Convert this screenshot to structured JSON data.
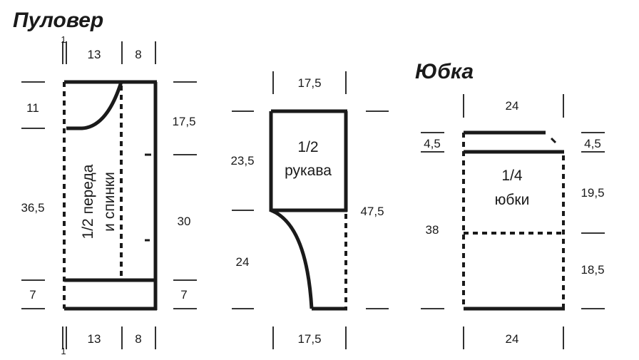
{
  "pullover": {
    "title": "Пуловер",
    "label_line1": "1/2 переда",
    "label_line2": "и спинки",
    "top": {
      "edge": "1",
      "neck": "13",
      "shoulder": "8"
    },
    "bottom": {
      "edge": "1",
      "neck": "13",
      "shoulder": "8"
    },
    "left": {
      "neck_depth": "11",
      "body": "36,5",
      "rib": "7"
    },
    "right": {
      "armhole": "17,5",
      "side": "30",
      "rib": "7"
    }
  },
  "sleeve": {
    "label_line1": "1/2",
    "label_line2": "рукава",
    "top_width": "17,5",
    "bottom_width": "17,5",
    "left": {
      "upper": "23,5",
      "lower": "24"
    },
    "right_total": "47,5"
  },
  "skirt": {
    "title": "Юбка",
    "label_line1": "1/4",
    "label_line2": "юбки",
    "top_width": "24",
    "bottom_width": "24",
    "left": {
      "waistband": "4,5",
      "total": "38"
    },
    "right": {
      "waistband": "4,5",
      "upper": "19,5",
      "lower": "18,5"
    }
  }
}
